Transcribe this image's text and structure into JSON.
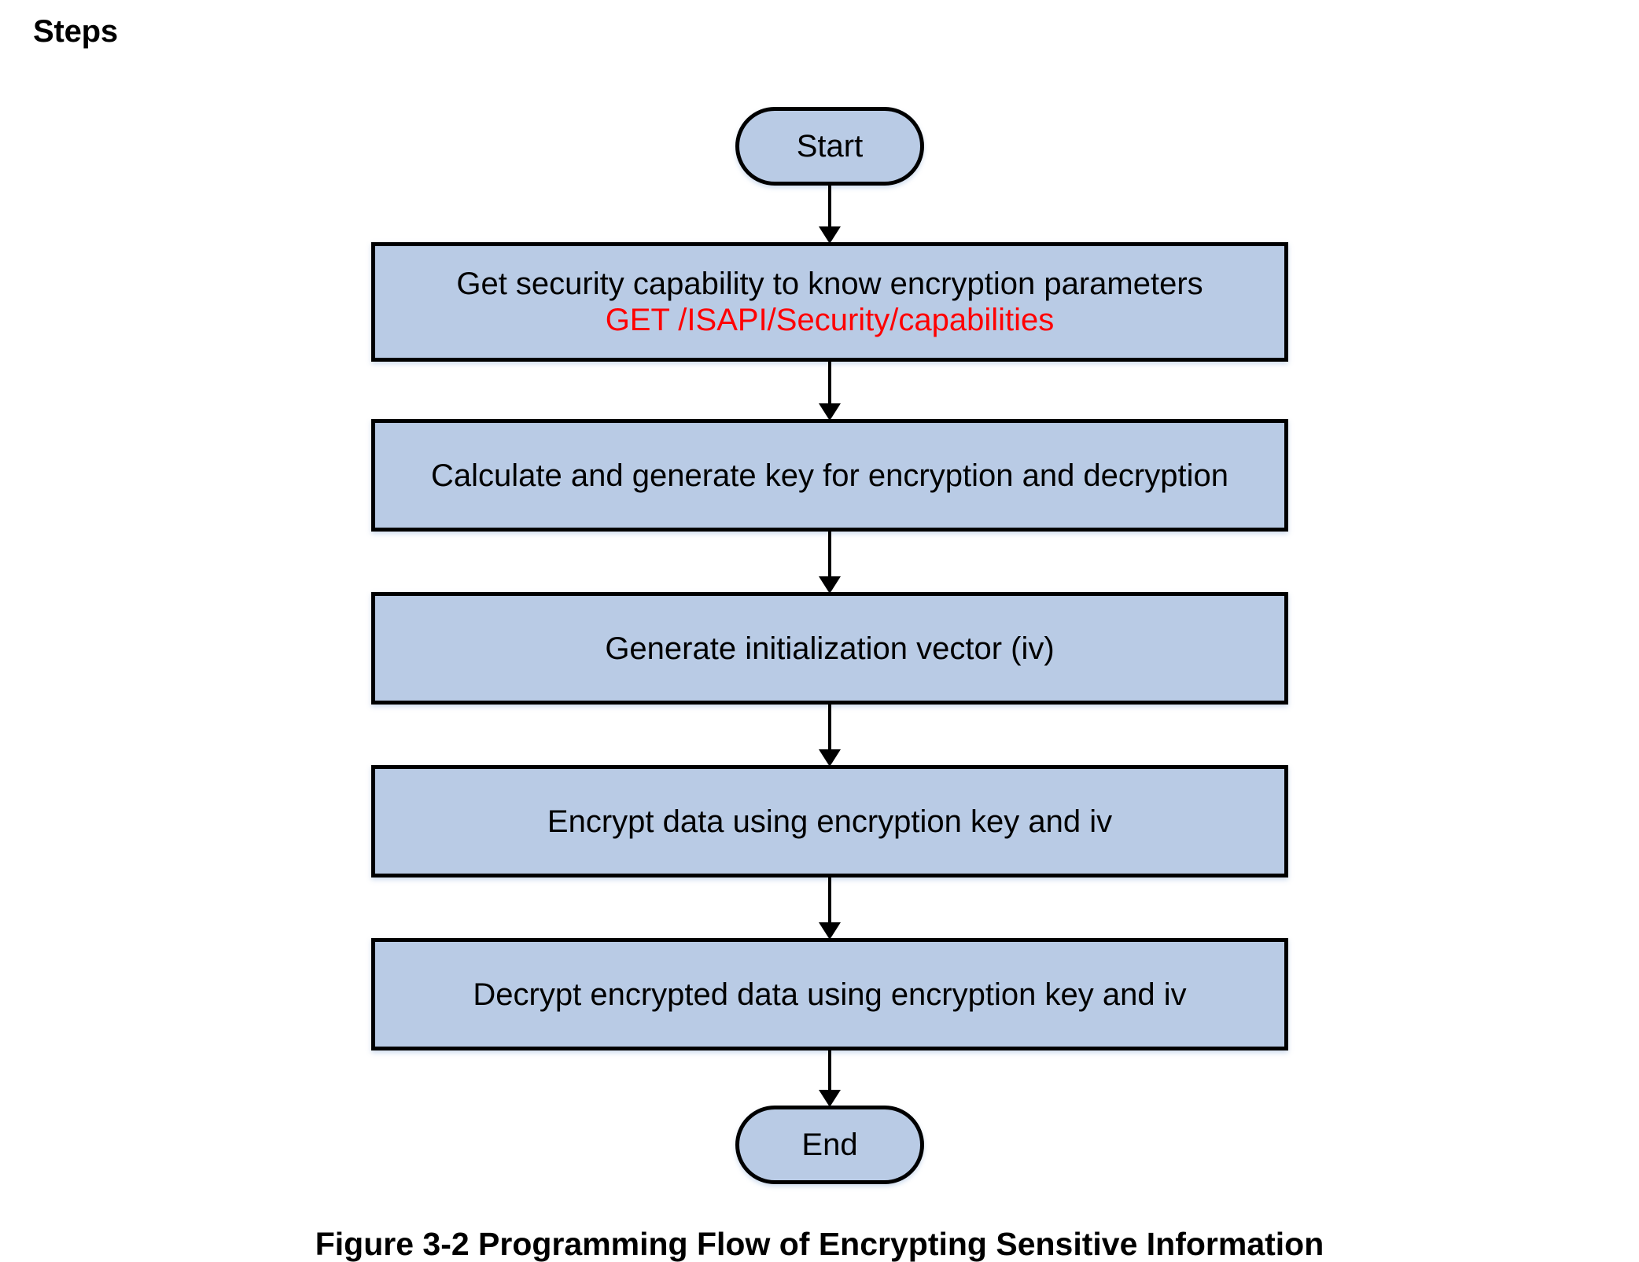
{
  "page": {
    "heading": "Steps",
    "background_color": "#ffffff"
  },
  "theme": {
    "node_fill": "#b9cbe5",
    "node_border": "#000000",
    "text_color": "#000000",
    "accent_color": "#ff0000",
    "connector_color": "#000000"
  },
  "chart_data": {
    "type": "diagram",
    "title": "Figure 3-2 Programming Flow of Encrypting Sensitive Information",
    "orientation": "vertical top-to-bottom",
    "nodes": [
      {
        "id": "start",
        "shape": "terminator",
        "label": "Start"
      },
      {
        "id": "step1",
        "shape": "process",
        "label": "Get security capability to know encryption parameters",
        "sublabel": "GET /ISAPI/Security/capabilities"
      },
      {
        "id": "step2",
        "shape": "process",
        "label": "Calculate and generate key for encryption and decryption"
      },
      {
        "id": "step3",
        "shape": "process",
        "label": "Generate initialization vector (iv)"
      },
      {
        "id": "step4",
        "shape": "process",
        "label": "Encrypt data using encryption key and iv"
      },
      {
        "id": "step5",
        "shape": "process",
        "label": "Decrypt encrypted data using encryption key and iv"
      },
      {
        "id": "end",
        "shape": "terminator",
        "label": "End"
      }
    ],
    "edges": [
      {
        "from": "start",
        "to": "step1",
        "style": "solid-arrow"
      },
      {
        "from": "step1",
        "to": "step2",
        "style": "solid-arrow"
      },
      {
        "from": "step2",
        "to": "step3",
        "style": "solid-arrow"
      },
      {
        "from": "step3",
        "to": "step4",
        "style": "solid-arrow"
      },
      {
        "from": "step4",
        "to": "step5",
        "style": "solid-arrow"
      },
      {
        "from": "step5",
        "to": "end",
        "style": "solid-arrow"
      }
    ]
  },
  "flow": {
    "start_label": "Start",
    "end_label": "End",
    "step1_line1": "Get security capability to know encryption parameters",
    "step1_line2": "GET /ISAPI/Security/capabilities",
    "step2_line1": "Calculate and generate key for encryption and decryption",
    "step3_line1": "Generate initialization vector (iv)",
    "step4_line1": "Encrypt data using encryption key and iv",
    "step5_line1": "Decrypt encrypted data using encryption key and iv"
  },
  "caption": {
    "text": "Figure 3-2 Programming Flow of Encrypting Sensitive Information"
  }
}
